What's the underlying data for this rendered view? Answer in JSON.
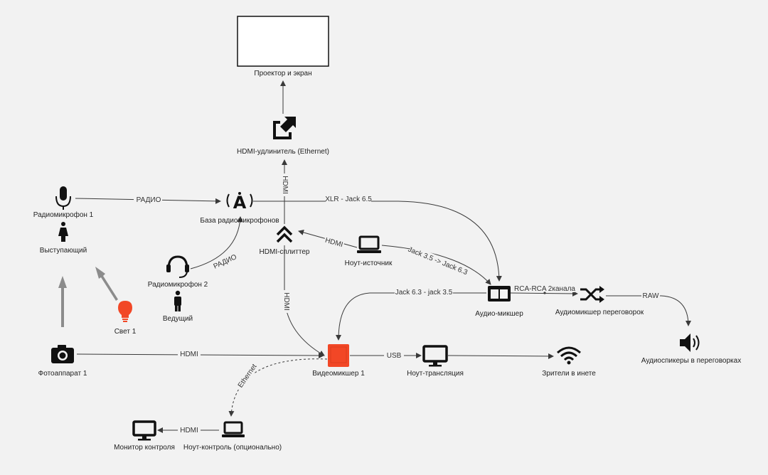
{
  "nodes": {
    "projector": {
      "label": "Проектор и экран",
      "icon": "screen-rectangle"
    },
    "hdmi_extender": {
      "label": "HDMI-удлинитель (Ethernet)",
      "icon": "external-link-icon"
    },
    "radio_mic_1": {
      "label": "Радиомикрофон 1",
      "icon": "microphone-icon"
    },
    "speaker_person": {
      "label": "Выступающий",
      "icon": "woman-icon"
    },
    "radio_base": {
      "label": "База радиомикрофонов",
      "icon": "antenna-icon"
    },
    "hdmi_splitter": {
      "label": "HDMI-сплиттер",
      "icon": "double-chevron-up-icon"
    },
    "source_laptop": {
      "label": "Ноут-источник",
      "icon": "laptop-icon"
    },
    "radio_mic_2": {
      "label": "Радиомикрофон 2",
      "icon": "headset-icon"
    },
    "host_person": {
      "label": "Ведущий",
      "icon": "man-icon"
    },
    "light_1": {
      "label": "Свет 1",
      "icon": "lightbulb-icon",
      "color": "#f24726"
    },
    "audio_mixer": {
      "label": "Аудио-микшер",
      "icon": "mixer-icon"
    },
    "meeting_mixer": {
      "label": "Аудиомикшер переговорок",
      "icon": "shuffle-icon"
    },
    "speakers": {
      "label": "Аудиоспикеры в переговорках",
      "icon": "speaker-icon"
    },
    "camera_1": {
      "label": "Фотоаппарат 1",
      "icon": "camera-icon"
    },
    "video_mixer": {
      "label": "Видеомикшер 1",
      "icon": "tablet-icon",
      "color": "#f24726"
    },
    "stream_laptop": {
      "label": "Ноут-трансляция",
      "icon": "monitor-icon"
    },
    "viewers": {
      "label": "Зрители в инете",
      "icon": "wifi-icon"
    },
    "control_monitor": {
      "label": "Монитор контроля",
      "icon": "monitor-icon"
    },
    "control_laptop": {
      "label": "Ноут-контроль (опционально)",
      "icon": "laptop-icon"
    }
  },
  "edges": {
    "mic1_base": "РАДИО",
    "mic2_base": "РАДИО",
    "base_audio": "XLR - Jack 6.5",
    "splitter_extender": "HDMI",
    "splitter_video": "HDMI",
    "source_splitter": "HDMI",
    "source_audio": "Jack 3.5 -> Jack 6.3",
    "audio_video": "Jack 6.3 - jack 3.5",
    "audio_meeting": "RCA-RCA 2канала",
    "meeting_speakers": "RAW",
    "camera_video": "HDMI",
    "video_stream": "USB",
    "video_control": "Ethernet",
    "control_monitor": "HDMI"
  },
  "colors": {
    "accent": "#f24726",
    "arrow_gray": "#8c8c8c",
    "background": "#f2f2f2"
  }
}
